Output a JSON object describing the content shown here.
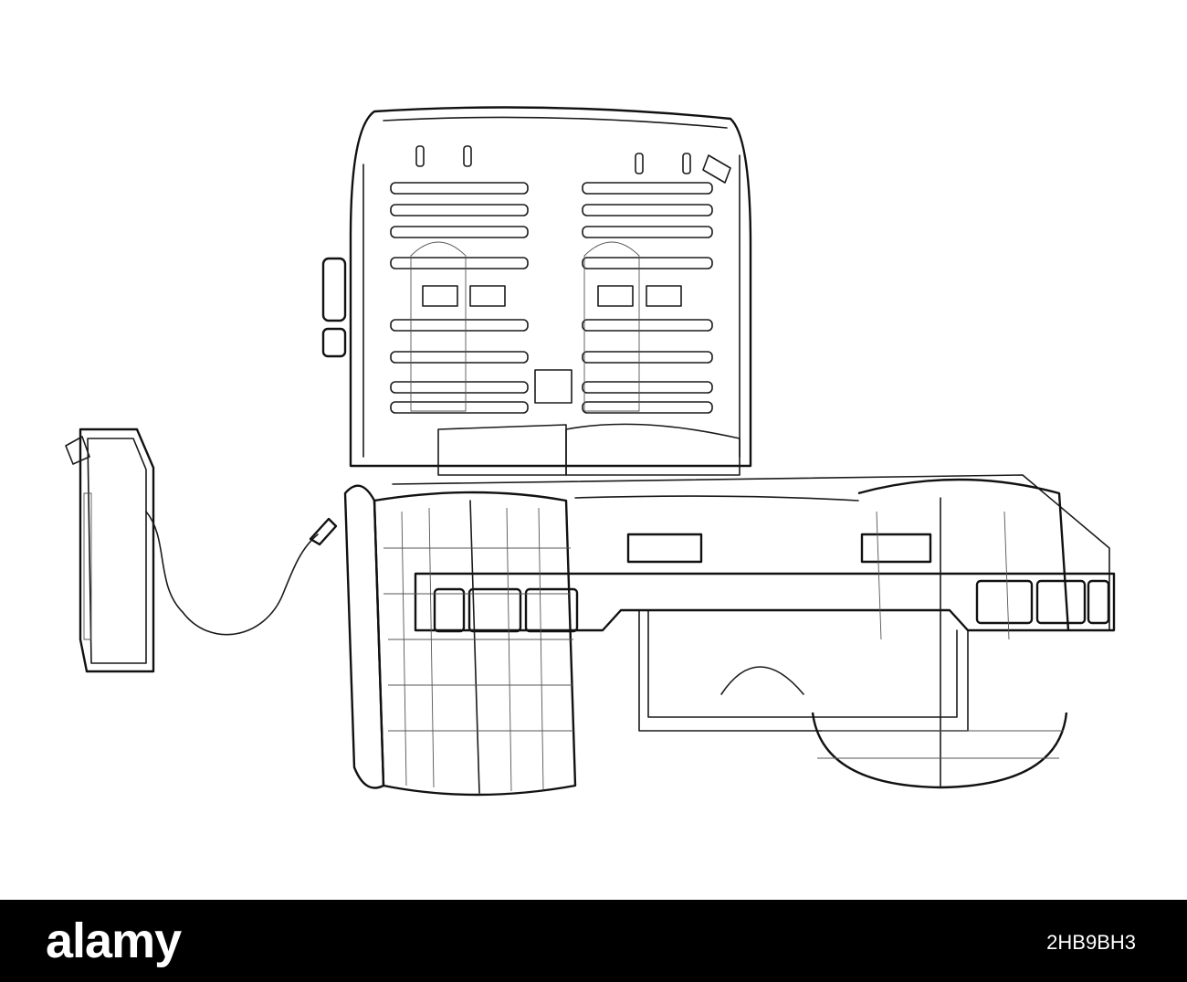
{
  "footer": {
    "logo_text": "alamy",
    "image_id": "2HB9BH3",
    "background": "#000000",
    "text_color": "#ffffff"
  },
  "illustration": {
    "subject": "wireframe-electric-truck-charging",
    "line_color": "#1a1a1a",
    "background": "#ffffff"
  }
}
